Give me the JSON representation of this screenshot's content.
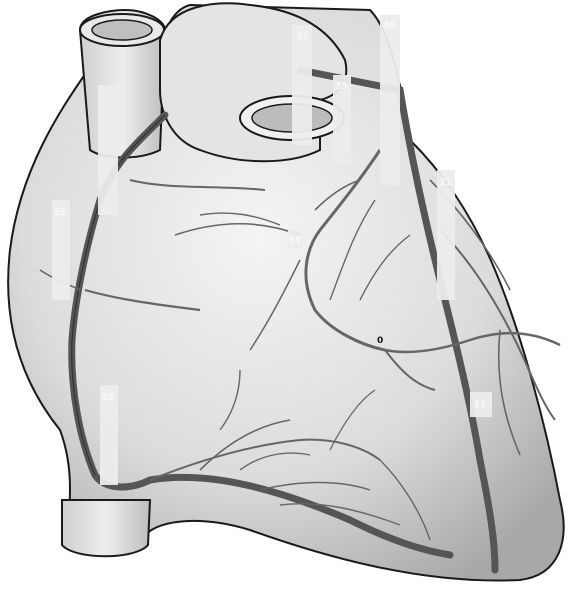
{
  "diagram": {
    "colors": {
      "outline": "#1a1a1a",
      "heart_fill": "#d9d9d9",
      "highlight": "#f2f2f2",
      "vessel": "#555555",
      "label_box": "#e6e6e6"
    },
    "labels": {
      "label_top_left": "55",
      "label_top_right": "66",
      "label_mid_top": "55",
      "label_center": "14",
      "label_zero": "0",
      "label_left_mid": "58",
      "label_bottom_left": "58",
      "label_right": "21",
      "label_bottom_right": "13"
    }
  }
}
